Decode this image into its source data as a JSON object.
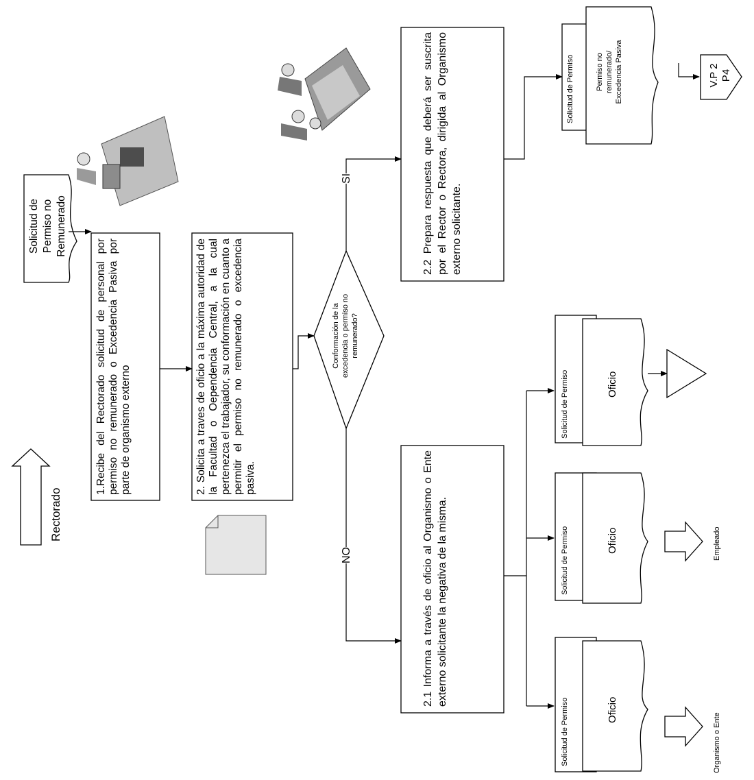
{
  "rectorado_label": "Rectorado",
  "solicitud_doc": {
    "line1": "Solicitud de",
    "line2": "Permiso no",
    "line3": "Remunerado"
  },
  "step1": "1.Recibe del Rectorado solicitud de personal por permiso no remunerado o Excedencia Pasiva por parte de organismo externo",
  "step2": "2. Solicita a traves de oficio a la máxima autoridad de la Facultad o Oependencia Central, a la cual pertenezca el trabajador, su conformación en cuanto a permitir el permiso no remunerado o excedencia pasiva.",
  "decision": {
    "line1": "Conformación de la",
    "line2": "excedencia o permiso no",
    "line3": "remunerado?"
  },
  "si_label": "SI",
  "no_label": "NO",
  "step22": "2.2 Prepara respuesta que deberá ser suscrita por el Rector o Rectora, dirigida al Organismo externo solicitante.",
  "step21": "2.1 Informa a través de oficio al Organismo o Ente externo solicitante la negativa de la misma.",
  "top_docs": {
    "back": "Solicitud de Permiso",
    "front_line1": "Permiso no",
    "front_line2": "remunerado/",
    "front_line3": "Excedencia Pasiva"
  },
  "connector": {
    "line1": "V.P 2",
    "line2": "P4"
  },
  "doc_back": "Solicitud de Permiso",
  "doc_front": "Oficio",
  "empleado_label": "Empleado",
  "organismo_label": "Organismo o Ente"
}
